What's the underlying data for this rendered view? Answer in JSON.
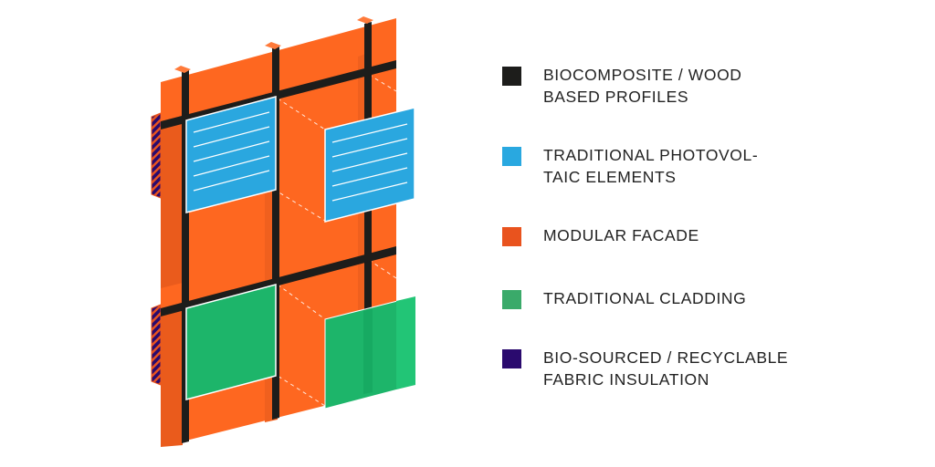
{
  "colors": {
    "profile": "#1d1d1b",
    "photovoltaic": "#29a8e0",
    "facade": "#e9531e",
    "cladding": "#3aaa6a",
    "insulation": "#2a0a6e",
    "facade_panel": "#fe6720",
    "facade_side": "#e95a1c",
    "pv_panel": "#2aa7df",
    "cladding_panel": "#1db56a"
  },
  "legend": [
    {
      "key": "profile",
      "lines": [
        "BIOCOMPOSITE / WOOD",
        "BASED PROFILES"
      ]
    },
    {
      "key": "photovoltaic",
      "lines": [
        "TRADITIONAL PHOTOVOL-",
        "TAIC ELEMENTS"
      ]
    },
    {
      "key": "facade",
      "lines": [
        "MODULAR FACADE"
      ]
    },
    {
      "key": "cladding",
      "lines": [
        "TRADITIONAL CLADDING"
      ]
    },
    {
      "key": "insulation",
      "lines": [
        "BIO-SOURCED / RECYCLABLE",
        "FABRIC INSULATION"
      ]
    }
  ]
}
